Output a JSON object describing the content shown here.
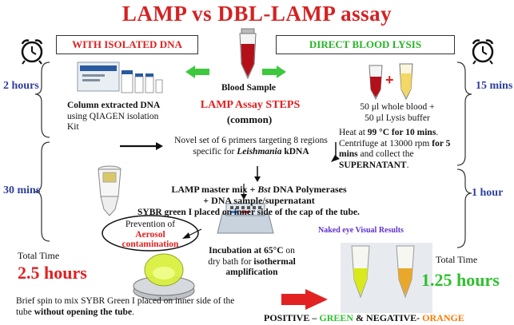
{
  "title": "LAMP vs DBL-LAMP assay",
  "left_header": "WITH ISOLATED DNA",
  "right_header": "DIRECT BLOOD LYSIS",
  "blood_sample_label": "Blood Sample",
  "lamp_steps_title": "LAMP Assay STEPS",
  "lamp_steps_sub": "(common)",
  "left_times": {
    "t1": "2 hours",
    "t2": "30 mins"
  },
  "right_times": {
    "t1": "15 mins",
    "t2": "1 hour"
  },
  "column_extracted": {
    "bold": "Column extracted DNA",
    "rest": " using QIAGEN isolation Kit"
  },
  "blood_lysis": {
    "line1": "50 μl whole blood +",
    "line2": "50 μl Lysis buffer"
  },
  "heat_step": {
    "p1": "Heat at ",
    "b1": "99 °C for 10 mins",
    "p2": ". Centrifuge at 13000 rpm ",
    "b2": "for 5 mins",
    "p3": " and collect the ",
    "b3": "SUPERNATANT",
    "p4": "."
  },
  "primers": {
    "p1": "Novel set of 6 primers targeting 8 regions specific for ",
    "i1": "Leishmania",
    "p2": " kDNA"
  },
  "master_mix": {
    "p1": "LAMP master mix + ",
    "i1": "Bst",
    "p2": " DNA Polymerases + DNA sample/supernatant"
  },
  "sybr_step": "SYBR green I placed on inner side of the cap of the tube.",
  "prevention": {
    "line1": "Prevention of",
    "line2": "Aerosol",
    "line3": "contamination"
  },
  "naked_eye": "Naked eye Visual Results",
  "incubation": {
    "b1": "Incubation at 65°C",
    "p1": " on dry bath for ",
    "b2": "isothermal amplification"
  },
  "total_left": {
    "label": "Total Time",
    "value": "2.5 hours"
  },
  "total_right": {
    "label": "Total Time",
    "value": "1.25 hours"
  },
  "brief_spin": {
    "p1": "Brief spin to mix SYBR Green I placed on inner side of the tube ",
    "b1": "without opening the tube",
    "p2": "."
  },
  "result": {
    "p1": "POSITIVE – ",
    "g": "GREEN",
    "p2": " & NEGATIVE- ",
    "o": "ORANGE"
  },
  "colors": {
    "title_red": "#d42222",
    "header_green": "#26b526",
    "time_blue": "#2e3f9c",
    "arrow_green": "#3ec83e",
    "arrow_red": "#e22222"
  }
}
